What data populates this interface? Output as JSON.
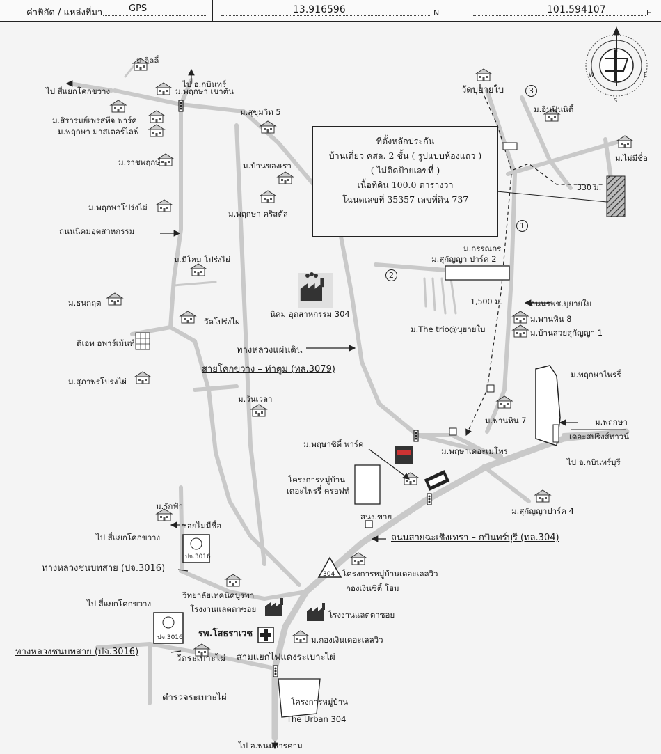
{
  "header": {
    "label": "ค่าพิกัด / แหล่งที่มา",
    "source": "GPS",
    "latitude": "13.916596",
    "lat_unit": "N",
    "longitude": "101.594107",
    "lon_unit": "E"
  },
  "compass": {
    "n": "N",
    "s": "S",
    "e": "E",
    "w": "W"
  },
  "info_box": {
    "line1": "ที่ตั้งหลักประกัน",
    "line2": "บ้านเดี่ยว คสล. 2 ชั้น ( รูปแบบห้องแถว )",
    "line3": "( ไม่ติดป้ายเลขที่ )",
    "line4": "เนื้อที่ดิน 100.0 ตารางวา",
    "line5": "โฉนดเลขที่ 35357 เลขที่ดิน 737"
  },
  "markers": {
    "m1": "1",
    "m2": "2",
    "m3": "3",
    "route304": "304",
    "sign_left": "ปจ.3016",
    "sign_left2": "ปจ.3016"
  },
  "distances": {
    "d330": "330 ม.",
    "d1500": "1,500 ม."
  },
  "labels": {
    "lily": "ม.ลิลลี่",
    "to_kabin": "ไป อ.กบินทร์",
    "to_khokkhwang1": "ไป สี่แยกโคกขวาง",
    "pruksa_khaotan": "ม.พฤกษา เขาตัน",
    "sirarom": "ม.สิรารมย์เพรสทีจ พาร์ค",
    "pruksa_master": "ม.พฤกษา มาสเตอร์ไลฟ์",
    "ratchaphruek": "ม.ราชพฤกษ์",
    "pruksa_prongpai": "ม.พฤกษาโปร่งไผ่",
    "thanon_nikhom": "ถนนนิคมอุตสาหกรรม",
    "sukhumvit5": "ม.สุขุมวิท 5",
    "ban_khongrao": "ม.บ้านของเรา",
    "pruksa_crystal": "ม.พฤกษา คริสตัล",
    "mihome": "ม.มีโฮม โปร่งไผ่",
    "thanakrit": "ม.ธนกฤต",
    "wat_prongpai": "วัดโปร่งไผ่",
    "diet_apartment": "ดิเอท อพาร์เม้นท์",
    "suphap": "ม.สุภาพรโปร่งไผ่",
    "nikhom304": "นิคม อุตสาหกรรม 304",
    "highway_title": "ทางหลวงแผ่นดิน",
    "highway_3079": "สายโคกขวาง – ท่าตูม (ทล.3079)",
    "wanwela": "ม.วันเวลา",
    "wat_buyaibai": "วัดบุยายใบ",
    "inpinanti": "ม.อินฟินนิตี้",
    "maimiseu_top": "ม.ไม่มีชื่อ",
    "kornnakorn": "ม.กรรณกร",
    "sukanya2": "ม.สุกัญญา ปาร์ค 2",
    "the_trio": "ม.The trio@บุยายใบ",
    "thanon_rpc": "ถนนรพช.บุยายใบ",
    "phanhin8": "ม.พานหิน 8",
    "ban_suay": "ม.บ้านสวยสุกัญญา 1",
    "pruksa_prairie": "ม.พฤกษาไพรรี่",
    "phanhin7": "ม.พานหิน 7",
    "pruksa": "ม.พฤกษา",
    "the_springtown": "เดอะสปริงส์ทาวน์",
    "to_kabinburi": "ไป อ.กบินทร์บุรี",
    "pruksa_city": "ม.พฤษาซิตี้ พาร์ค",
    "pruksa_demetro": "ม.พฤษาเดอะเมโทร",
    "project_prairie": "โครงการหมู่บ้าน",
    "project_prairie2": "เดอะไพรรี่ ครอฟท์",
    "sukanya4": "ม.สุกัญญาปาร์ค 4",
    "sanong": "สนง.ขาย",
    "thanon304": "ถนนสายฉะเชิงเทรา – กบินทร์บุรี (ทล.304)",
    "raksfa": "ม.รักฟ้า",
    "soi_maimiseu": "ซอยไม่มีชื่อ",
    "to_khokkhwang2": "ไป สี่แยกโคกขวาง",
    "highway_3016a": "ทางหลวงชนบทสาย (ปจ.3016)",
    "leisure": "โครงการหมู่บ้านเดอะเลลวิว",
    "ngern": "กองเงินซิตี้ โฮม",
    "technic": "วิทยาลัยเทคนิคบูรพา",
    "factory1": "โรงงานแลตตาซอย",
    "factory2": "โรงงานแลตตาซอย",
    "to_khokkhwang3": "ไป สี่แยกโคกขวาง",
    "hospital": "รพ.โสธราเวช",
    "kongngern": "ม.กองเงินเดอะเลลวิว",
    "highway_3016b": "ทางหลวงชนบทสาย (ปจ.3016)",
    "wat_rabao": "วัดระเบาะไผ่",
    "junction": "สามแยกไฟแดงระเบาะไผ่",
    "police": "ตำรวจระเบาะไผ่",
    "urban_project": "โครงการหมู่บ้าน",
    "urban304": "The Urban 304",
    "to_phanom": "ไป อ.พนมสารคาม"
  }
}
